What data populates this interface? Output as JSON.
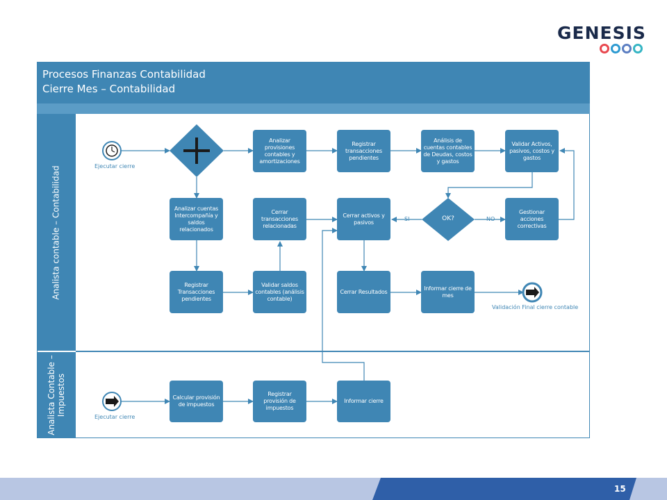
{
  "logo": {
    "text": "GENESIS",
    "ring_colors": [
      "#e8484f",
      "#2d9ad1",
      "#5b7ec2",
      "#36b5c4"
    ]
  },
  "pool": {
    "title_line1": "Procesos Finanzas Contabilidad",
    "title_line2": "Cierre Mes – Contabilidad"
  },
  "lanes": [
    {
      "label": "Analista contable – Contabilidad"
    },
    {
      "label_line1": "Analista Contable –",
      "label_line2": "Impuestos"
    }
  ],
  "events": {
    "start_contabilidad": "Ejecutar cierre",
    "end_contabilidad": "Validación Final cierre contable",
    "start_impuestos": "Ejecutar cierre"
  },
  "tasks": {
    "analizar_provisiones": "Analizar provisiones contables y amortizaciones",
    "registrar_transacciones_pend": "Registrar transacciones pendientes",
    "analisis_cuentas": "Análisis de cuentas contables de Deudas, costos y gastos",
    "validar_activos": "Validar Activos, pasivos, costos y gastos",
    "analizar_intercompania": "Analizar cuentas Intercompañía y saldos relacionados",
    "cerrar_transacciones": "Cerrar transacciones relacionadas",
    "cerrar_activos": "Cerrar activos y pasivos",
    "gestionar_acciones": "Gestionar acciones correctivas",
    "registrar_transacciones": "Registrar Transacciones pendientes",
    "validar_saldos": "Validar saldos contables (análisis contable)",
    "cerrar_resultados": "Cerrar Resultados",
    "informar_cierre_mes": "Informar cierre de mes",
    "calcular_provision": "Calcular provisión de impuestos",
    "registrar_provision": "Registrar provisión de impuestos",
    "informar_cierre": "Informar cierre"
  },
  "gateways": {
    "ok_label": "OK?",
    "si_label": "SI",
    "no_label": "NO"
  },
  "colors": {
    "task_fill": "#3f86b4",
    "flow_line": "#3f86b4",
    "footer_bar": "#b8c6e3",
    "footer_accent": "#2f5fa8"
  },
  "footer": {
    "page_number": "15"
  }
}
